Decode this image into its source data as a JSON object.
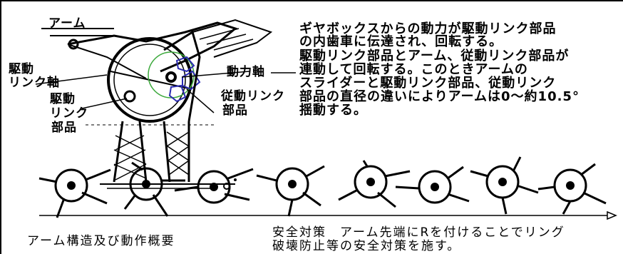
{
  "labels": {
    "arm": "アーム",
    "drive_link_shaft": [
      "駆動",
      "リンク軸"
    ],
    "drive_link_part": [
      "駆動",
      "リンク",
      "部品"
    ],
    "power_shaft": "動力軸",
    "driven_link_part": [
      "従動リンク",
      "部品"
    ]
  },
  "description": [
    "ギヤボックスからの動力が駆動リンク部品",
    "の内歯車に伝達され、回転する。",
    "駆動リンク部品とアーム、従動リンク部品が",
    "連動して回転する。このときアームの",
    "スライダーと駆動リンク部品、従動リンク",
    "部品の直径の違いによりアームは0～約10.5°",
    "揺動する。"
  ],
  "caption": "アーム構造及び動作概要",
  "safety": [
    "安全対策　アーム先端にRを付けることでリング",
    "破壊防止等の安全対策を施す。"
  ],
  "colors": {
    "ink": "#000000",
    "green": "#3aa83a",
    "blue": "#2a2ab0"
  },
  "frames_count": 8
}
